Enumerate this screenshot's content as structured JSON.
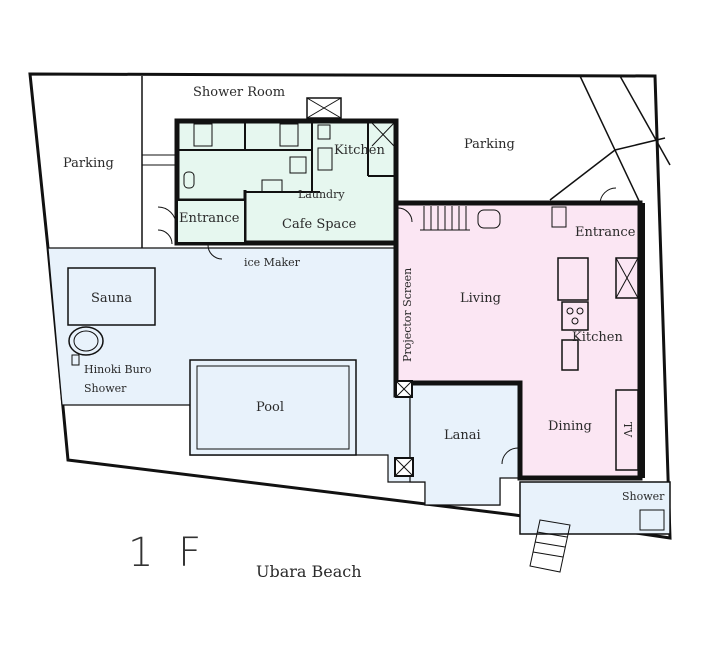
{
  "floor_label": "1 F",
  "location": "Ubara Beach",
  "rooms": {
    "parking_left": "Parking",
    "parking_top": "Parking",
    "shower_room": "Shower Room",
    "kitchen_small": "Kitchen",
    "laundry": "Laundry",
    "cafe_space": "Cafe Space",
    "entrance_left": "Entrance",
    "ice_maker": "ice Maker",
    "sauna": "Sauna",
    "hinoki_buro": "Hinoki Buro",
    "shower_left": "Shower",
    "pool": "Pool",
    "projector_screen": "Projector Screen",
    "living": "Living",
    "entrance_right": "Entrance",
    "kitchen_main": "Kitchen",
    "dining": "Dining",
    "tv": "TV",
    "lanai": "Lanai",
    "shower_right": "Shower"
  },
  "colors": {
    "wall": "#111111",
    "cafe_fill": "#e6f7ef",
    "living_fill": "#fbe6f3",
    "outdoor_fill": "#e8f2fb"
  }
}
